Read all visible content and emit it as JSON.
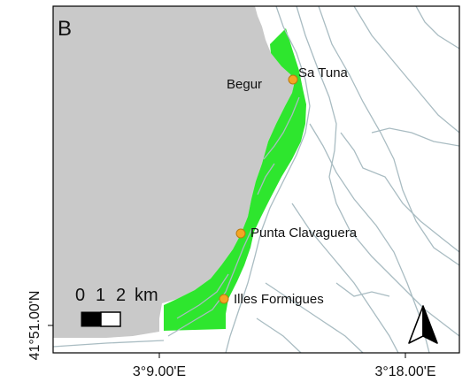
{
  "panel_label": "B",
  "places": [
    {
      "name": "Begur"
    },
    {
      "name": "Sa Tuna"
    },
    {
      "name": "Punta Clavaguera"
    },
    {
      "name": "Illes Formigues"
    }
  ],
  "scale_bar": {
    "ticks": [
      "0",
      "1",
      "2"
    ],
    "unit": "km"
  },
  "axis": {
    "x_ticks": [
      "3°9.00'E",
      "3°18.00'E"
    ],
    "y_ticks": [
      "41°51.00'N"
    ]
  },
  "north_arrow": {
    "icon": "north-arrow-icon"
  },
  "colors": {
    "land": "#c9c9c9",
    "protected_area": "#2ee62e",
    "bathymetry_line": "#a9bcc2",
    "site_marker": "#f5a623",
    "site_marker_stroke": "#b87a10",
    "frame": "#000000",
    "sea": "#ffffff"
  }
}
